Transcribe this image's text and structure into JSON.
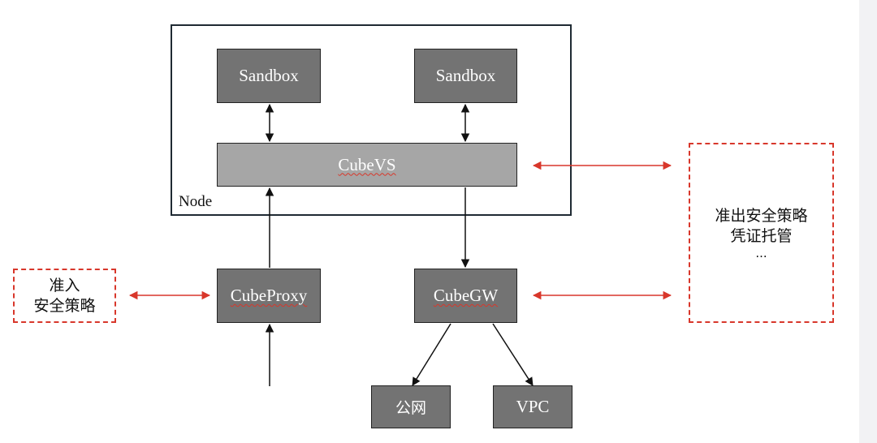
{
  "node": {
    "label": "Node"
  },
  "boxes": {
    "sandbox_left": "Sandbox",
    "sandbox_right": "Sandbox",
    "cubevs": "CubeVS",
    "cubeproxy": "CubeProxy",
    "cubegw": "CubeGW",
    "public_net": "公网",
    "vpc": "VPC"
  },
  "policies": {
    "ingress": {
      "line1": "准入",
      "line2": "安全策略"
    },
    "egress": {
      "line1": "准出安全策略",
      "line2": "凭证托管",
      "line3": "..."
    }
  },
  "colors": {
    "dark_box": "#737373",
    "light_box": "#a6a6a6",
    "accent_red": "#d8372b",
    "frame": "#1f2a33"
  }
}
